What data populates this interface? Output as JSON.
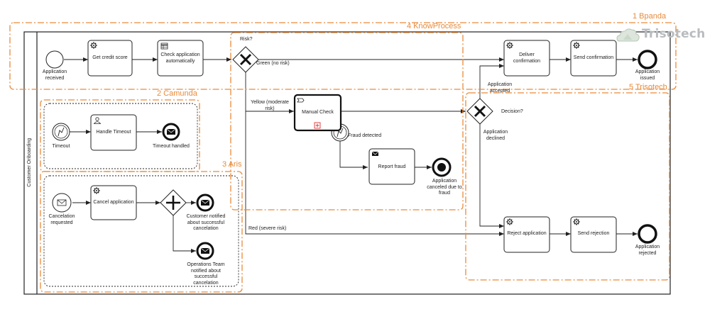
{
  "overlays": {
    "bpanda": "1 Bpanda",
    "knowprocess": "4 KnowProcess",
    "camunda": "2 Camunda",
    "aris": "3 Aris",
    "trisotech": "5 Trisotech"
  },
  "logo": {
    "text": "Trisotech"
  },
  "pool": {
    "label": "Customer Onboarding"
  },
  "events": {
    "application_received": "Application received",
    "timeout": "Timeout",
    "timeout_handled": "Timeout handled",
    "cancelation_requested": "Cancelation requested",
    "customer_notified": "Customer notified about successful cancelation",
    "ops_notified": "Operations Team notified about successful cancelation",
    "fraud_detected": "Fraud detected",
    "canceled_fraud": "Application canceled due to fraud",
    "application_issued": "Application issued",
    "application_rejected": "Application rejected"
  },
  "tasks": {
    "get_credit_score": "Get credit score",
    "check_application": "Check application automatically",
    "handle_timeout": "Handle Timeout",
    "cancel_application": "Cancel application",
    "manual_check": "Manual Check",
    "report_fraud": "Report fraud",
    "deliver_confirmation": "Deliver confirmation",
    "send_confirmation": "Send confirmation",
    "reject_application": "Reject application",
    "send_rejection": "Send rejection"
  },
  "gateways": {
    "risk": "Risk?",
    "decision": "Decision?"
  },
  "flows": {
    "green": "Green (no risk)",
    "yellow": "Yellow (moderate risk)",
    "red": "Red (severe risk)",
    "accepted": "Application accepted",
    "declined": "Application declined"
  }
}
